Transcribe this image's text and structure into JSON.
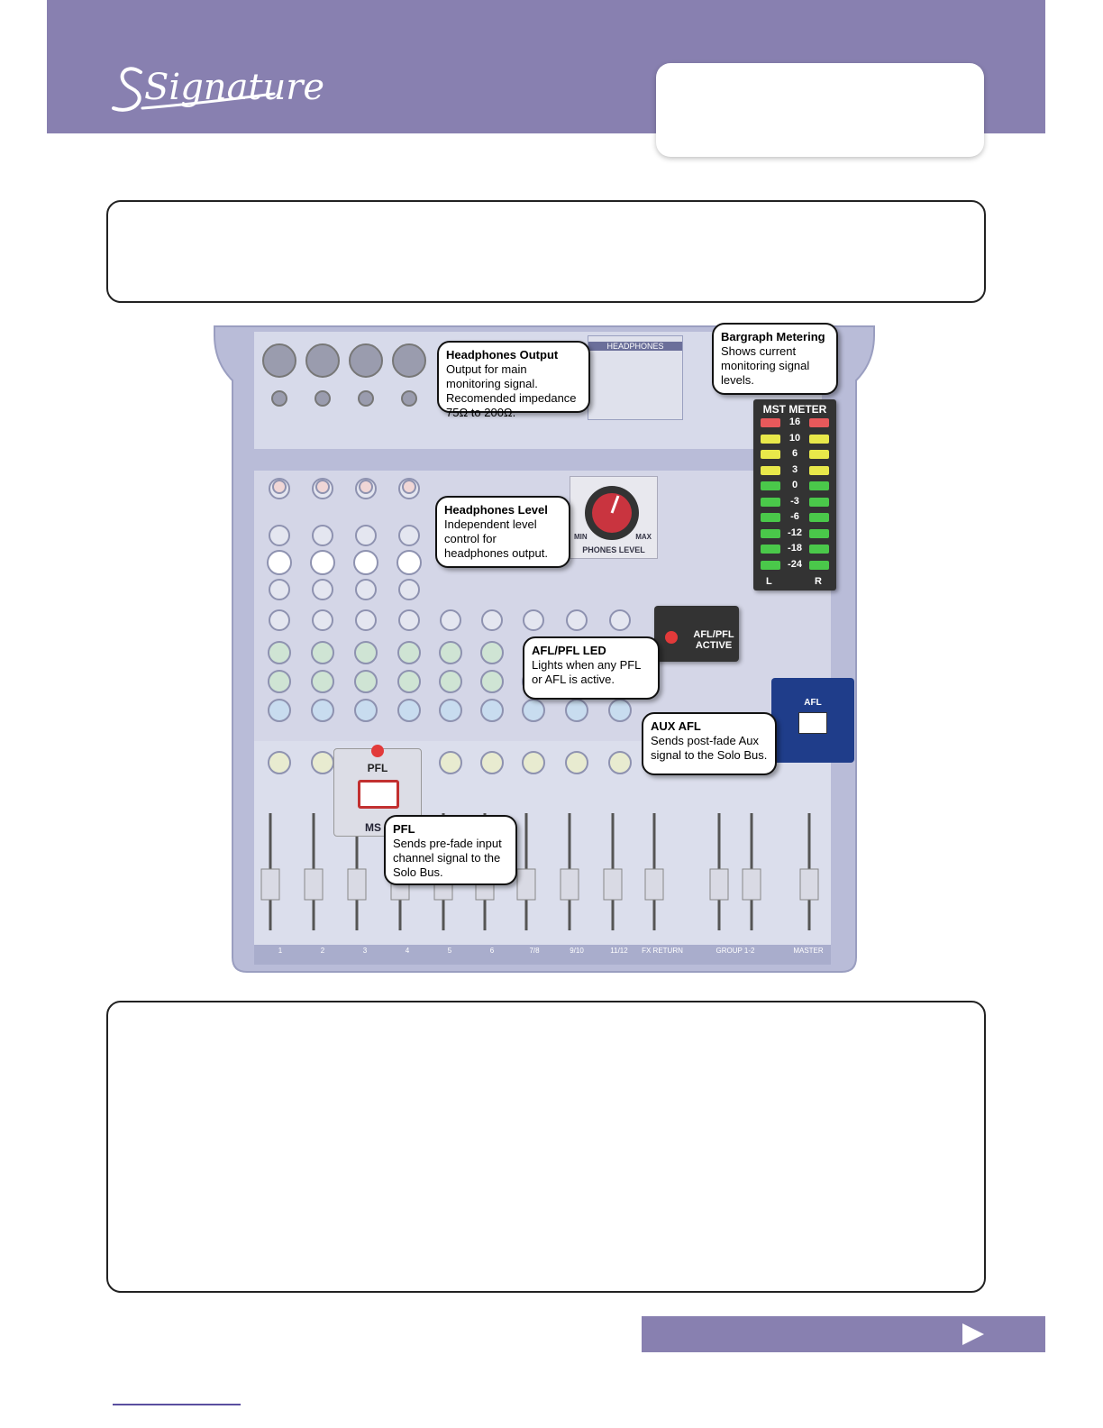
{
  "header": {
    "logo_text": "Signature",
    "title_box_text": ""
  },
  "mixer": {
    "channel_labels": [
      "1",
      "2",
      "3",
      "4",
      "5",
      "6",
      "7/8",
      "9/10",
      "11/12",
      "FX RETURN",
      "GROUP 1-2",
      "MASTER"
    ],
    "headphones_panel_label": "HEADPHONES",
    "phones_level_label": "PHONES LEVEL",
    "phones_min": "MIN",
    "phones_max": "MAX",
    "meter": {
      "title": "MST METER",
      "scale": [
        "16",
        "10",
        "6",
        "3",
        "0",
        "-3",
        "-6",
        "-12",
        "-18",
        "-24"
      ],
      "left": "L",
      "right": "R"
    },
    "afl_pfl_led_text": "AFL/PFL ACTIVE",
    "afl_button_label": "AFL",
    "pfl_button_label": "PFL",
    "pfl_sub_label": "MS",
    "led_colors": {
      "red": "#e8595b",
      "yellow": "#e8e84a",
      "green": "#4ac84a"
    }
  },
  "callouts": {
    "headphones_output": {
      "heading": "Headphones Output",
      "text": "Output for main monitoring signal. Recomended impedance 75Ω to 200Ω."
    },
    "bargraph_metering": {
      "heading": "Bargraph Metering",
      "text": "Shows current monitoring signal levels."
    },
    "headphones_level": {
      "heading": "Headphones Level",
      "text": "Independent level control for headphones output."
    },
    "afl_pfl_led": {
      "heading": "AFL/PFL LED",
      "text": "Lights when any PFL or AFL is active."
    },
    "aux_afl": {
      "heading": "AUX AFL",
      "text": "Sends post-fade Aux signal to the Solo Bus."
    },
    "pfl": {
      "heading": "PFL",
      "text": "Sends pre-fade input channel signal to the Solo Bus."
    }
  },
  "colors": {
    "header_band": "#8880b0",
    "mixer_body": "#b6b9d6",
    "navy": "#1f3d8a"
  }
}
